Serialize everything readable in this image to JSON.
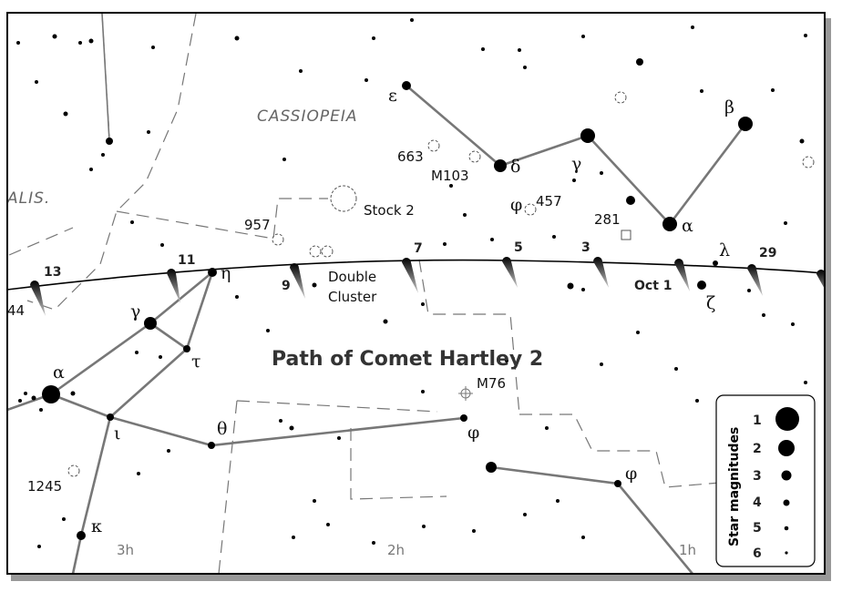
{
  "title": "Path of Comet Hartley 2",
  "constellation": "CASSIOPEIA",
  "partial_constellation": "ALIS.",
  "comet_dates": [
    "13",
    "11",
    "9",
    "7",
    "5",
    "3",
    "Oct 1",
    "29"
  ],
  "cassiopeia_stars": {
    "epsilon": "ε",
    "delta": "δ",
    "gamma": "γ",
    "alpha": "α",
    "beta": "β",
    "phi": "φ",
    "lambda": "λ",
    "zeta": "ζ"
  },
  "perseus_stars": {
    "eta": "η",
    "gamma": "γ",
    "tau": "τ",
    "alpha": "α",
    "iota": "ι",
    "theta": "θ",
    "phi": "φ",
    "kappa": "κ"
  },
  "other_stars": {
    "phi": "φ"
  },
  "objects": {
    "ngc663": "663",
    "m103": "M103",
    "ngc457": "457",
    "ngc281": "281",
    "stock2": "Stock 2",
    "ngc957": "957",
    "double_cluster_1": "Double",
    "double_cluster_2": "Cluster",
    "m76": "M76",
    "ngc1245": "1245",
    "edge_label": "44"
  },
  "ra_labels": [
    "3h",
    "2h",
    "1h"
  ],
  "legend": {
    "title": "Star magnitudes",
    "items": [
      "1",
      "2",
      "3",
      "4",
      "5",
      "6"
    ]
  }
}
